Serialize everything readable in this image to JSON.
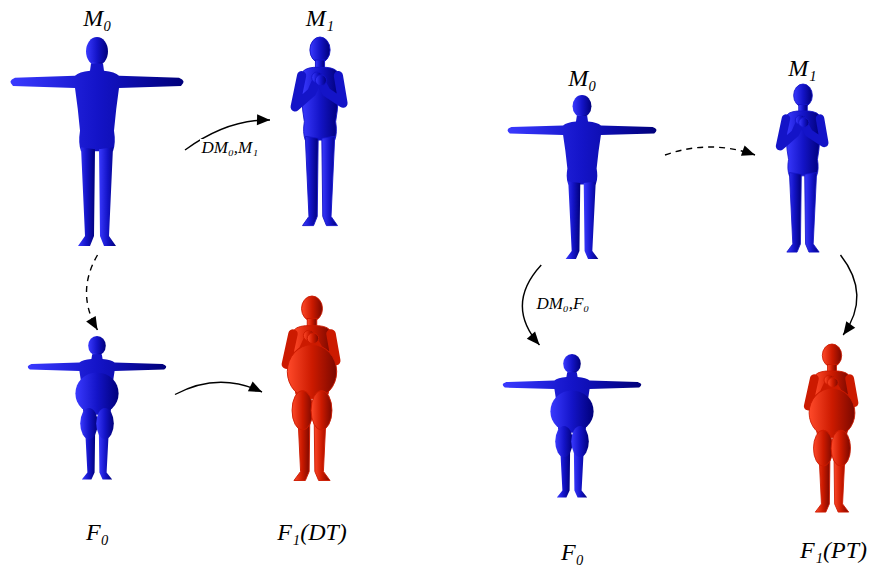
{
  "diagram": {
    "nodes": [
      {
        "text": [
          "M₀"
        ]
      },
      {
        "text": [
          "M₁"
        ]
      },
      {
        "text": [
          "F₀"
        ]
      },
      {
        "text": [
          "F₁(DT)"
        ]
      },
      {
        "text": [
          "M₀"
        ]
      },
      {
        "text": [
          "M₁"
        ]
      },
      {
        "text": [
          "F₀"
        ]
      },
      {
        "text": [
          "F₁(PT)"
        ]
      }
    ],
    "edges": [
      {
        "from": 0,
        "to": 1,
        "label": "DM₀,M₁",
        "arrow": "to"
      },
      {
        "from": 0,
        "to": 2,
        "arrow": "to"
      },
      {
        "from": 2,
        "to": 3,
        "arrow": "to"
      },
      {
        "from": 4,
        "to": 5,
        "arrow": "to"
      },
      {
        "from": 4,
        "to": 6,
        "label": "DM₀,F₀",
        "arrow": "to"
      },
      {
        "from": 5,
        "to": 7,
        "arrow": "to"
      }
    ]
  }
}
